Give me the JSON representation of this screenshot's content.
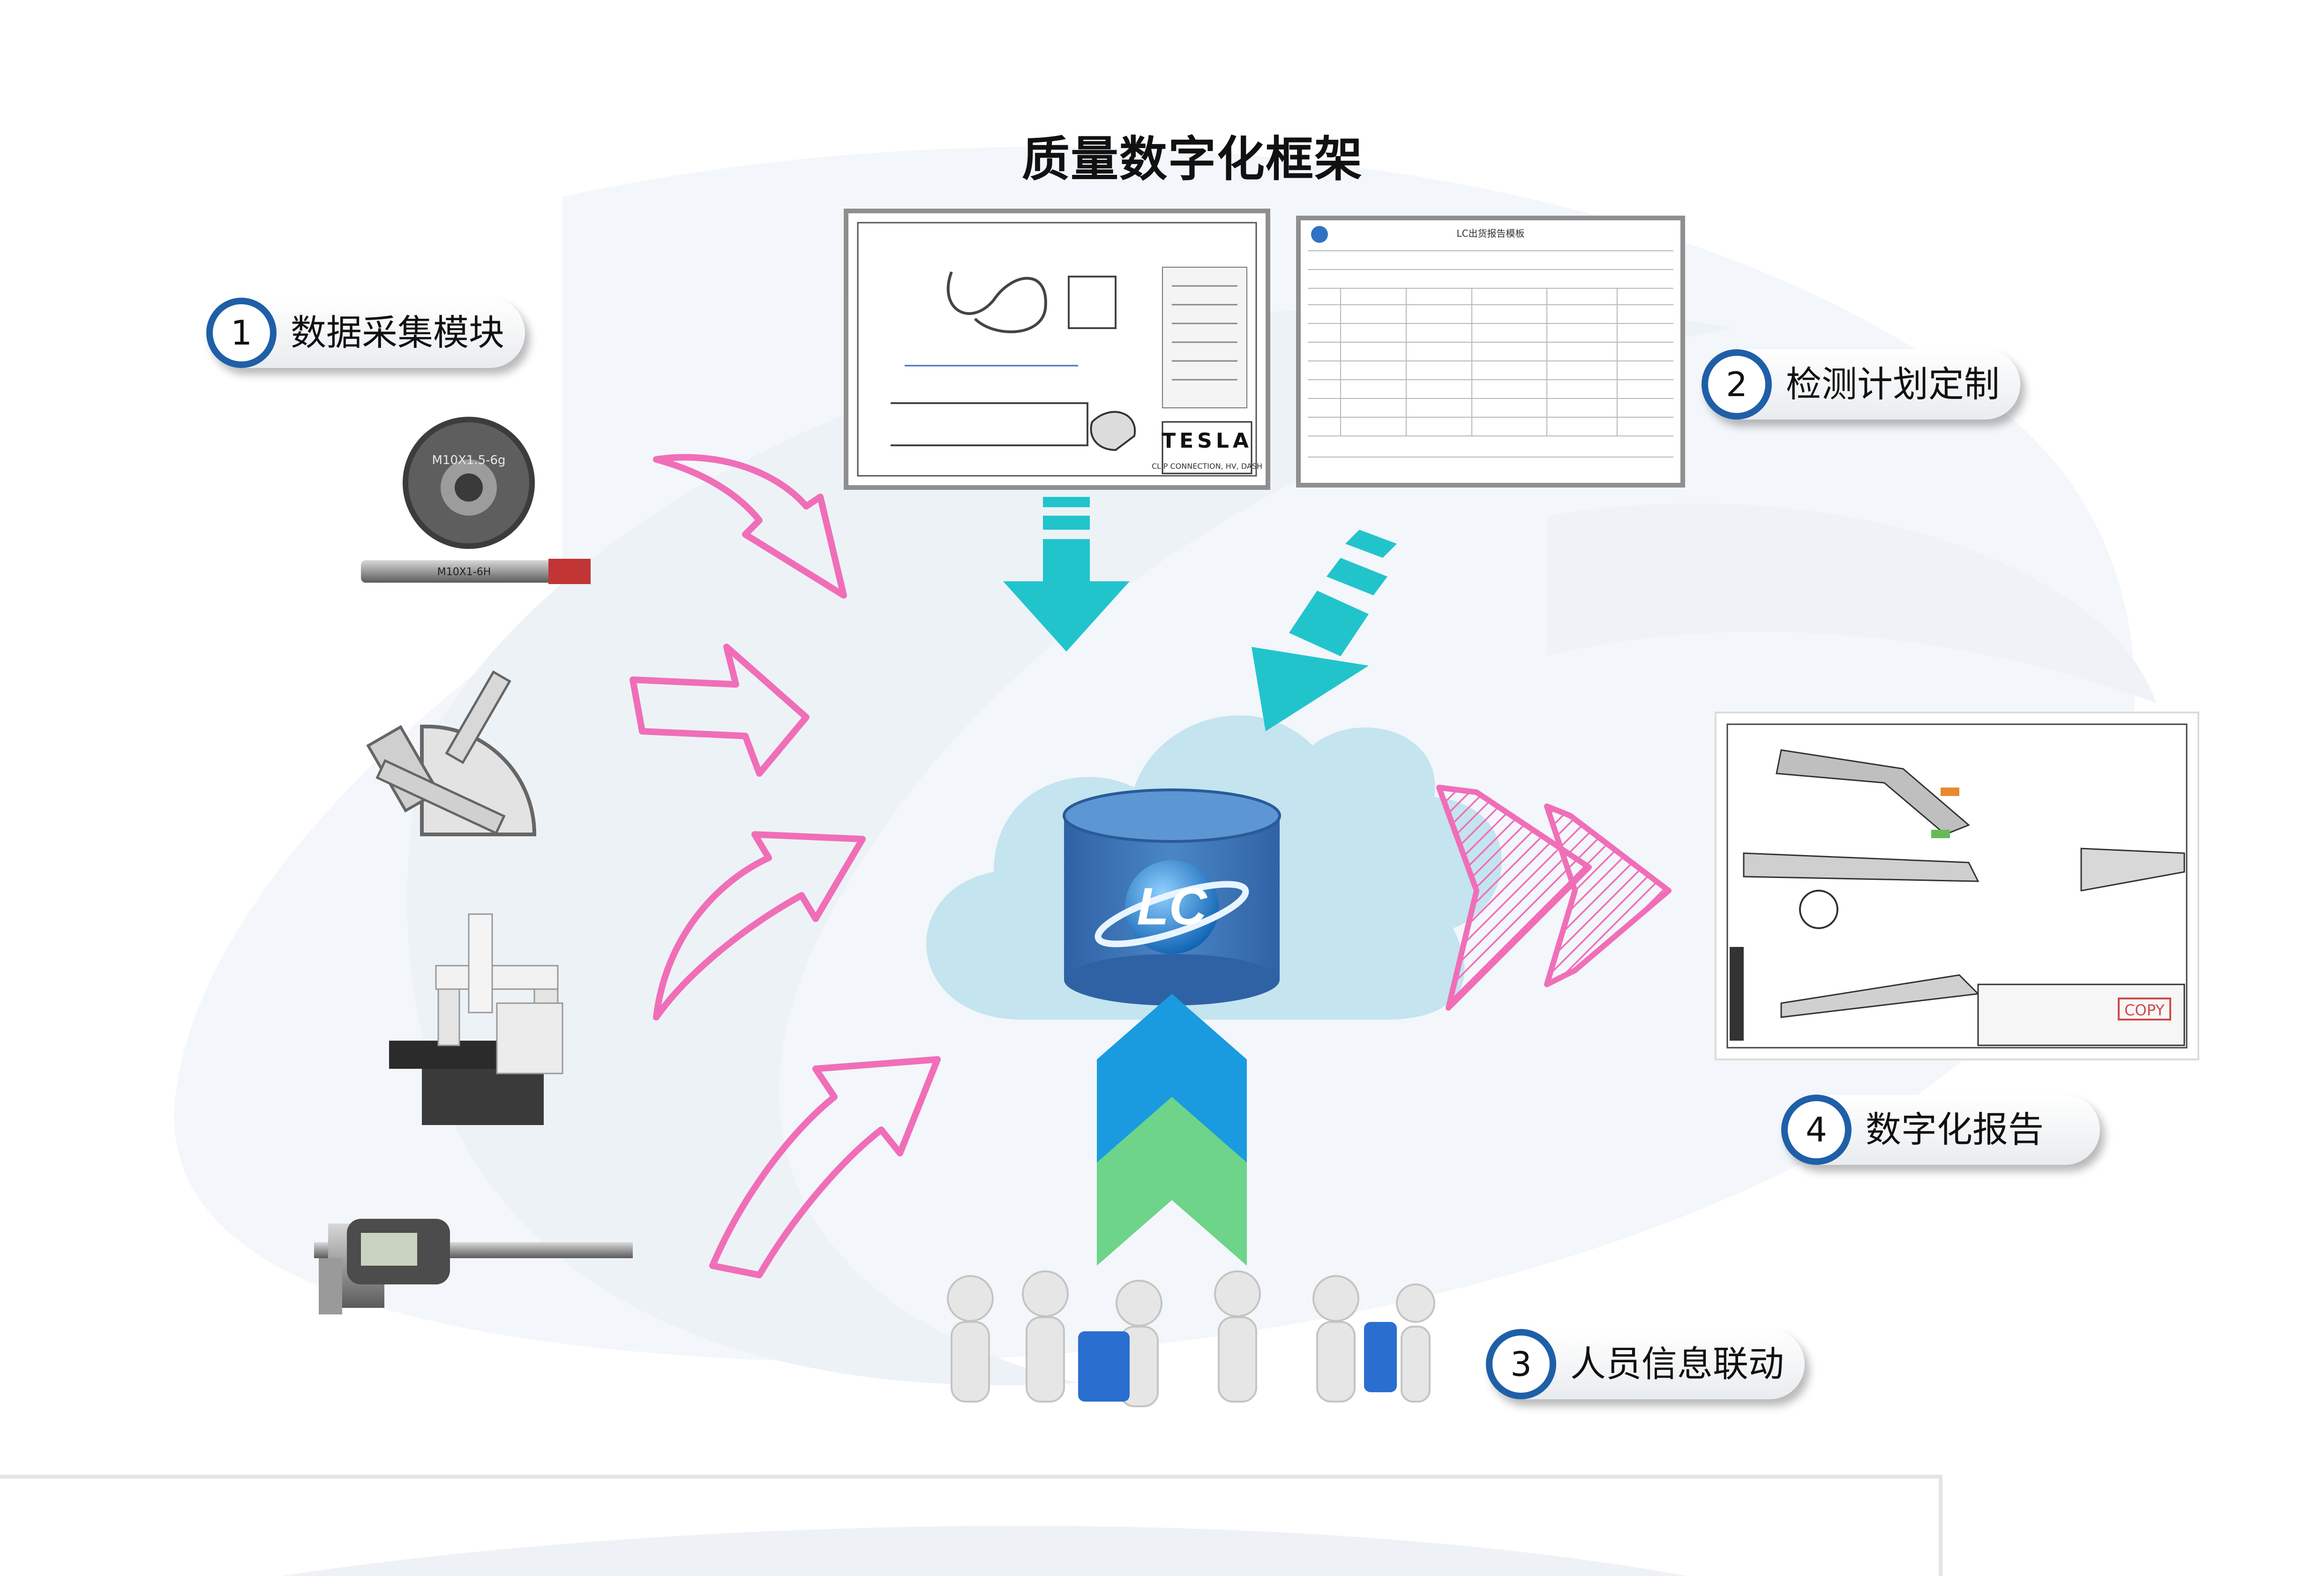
{
  "title": "质量数字化框架",
  "modules": [
    {
      "num": "1",
      "label": "数据采集模块"
    },
    {
      "num": "2",
      "label": "检测计划定制"
    },
    {
      "num": "3",
      "label": "人员信息联动"
    },
    {
      "num": "4",
      "label": "数字化报告"
    }
  ],
  "db_logo_text": "LC",
  "drawing": {
    "brand": "TESLA",
    "caption": "CLIP CONNECTION, HV, DASH"
  },
  "plan_sheet": {
    "heading": "LC出货报告模板"
  },
  "report_sheet": {
    "stamp": "COPY"
  },
  "gauges": {
    "ring_text": "M10X1.5-6g",
    "plug_text": "M10X1-6H"
  },
  "colors": {
    "pink": "#f06eb8",
    "teal": "#22c4cc",
    "blue": "#1a9be0",
    "green": "#6dd48a",
    "db_blue": "#3c74b6",
    "cloud": "#c4e4ef",
    "badge_ring": "#1f5fa8"
  }
}
